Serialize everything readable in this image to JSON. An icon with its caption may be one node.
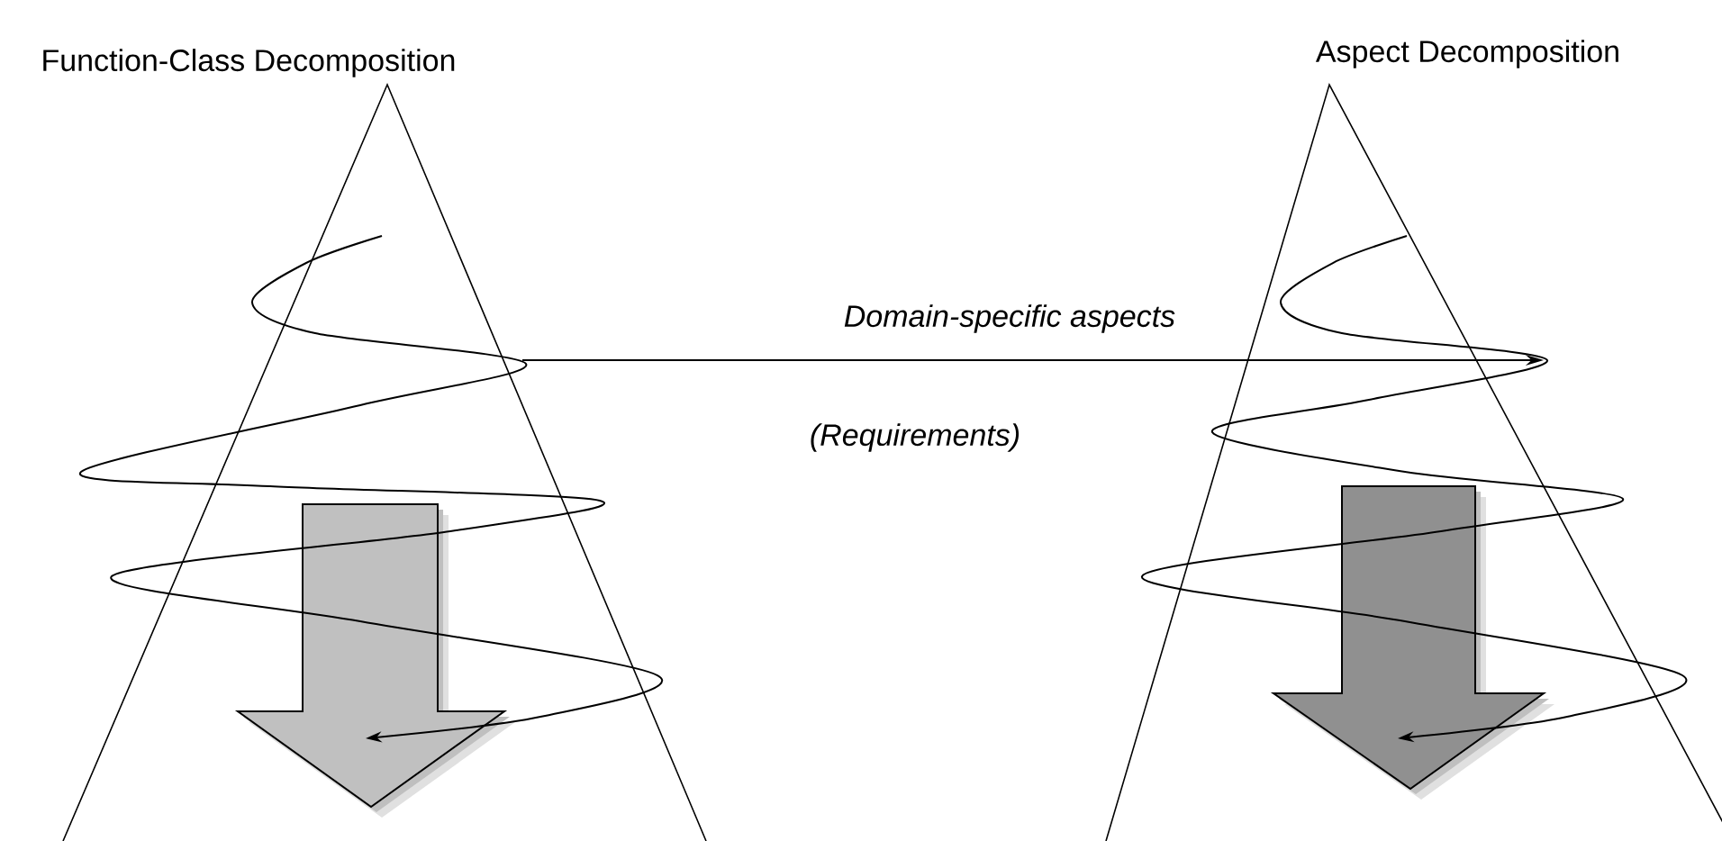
{
  "diagram": {
    "nodes": [
      {
        "text": [
          "Function-Class Decomposition"
        ]
      },
      {
        "text": [
          "Aspect Decomposition"
        ]
      }
    ],
    "edges": [
      {
        "from": 0,
        "to": 1,
        "arrow": "to",
        "label": "Domain-specific aspects"
      }
    ],
    "labels": [
      "(Requirements)"
    ]
  }
}
